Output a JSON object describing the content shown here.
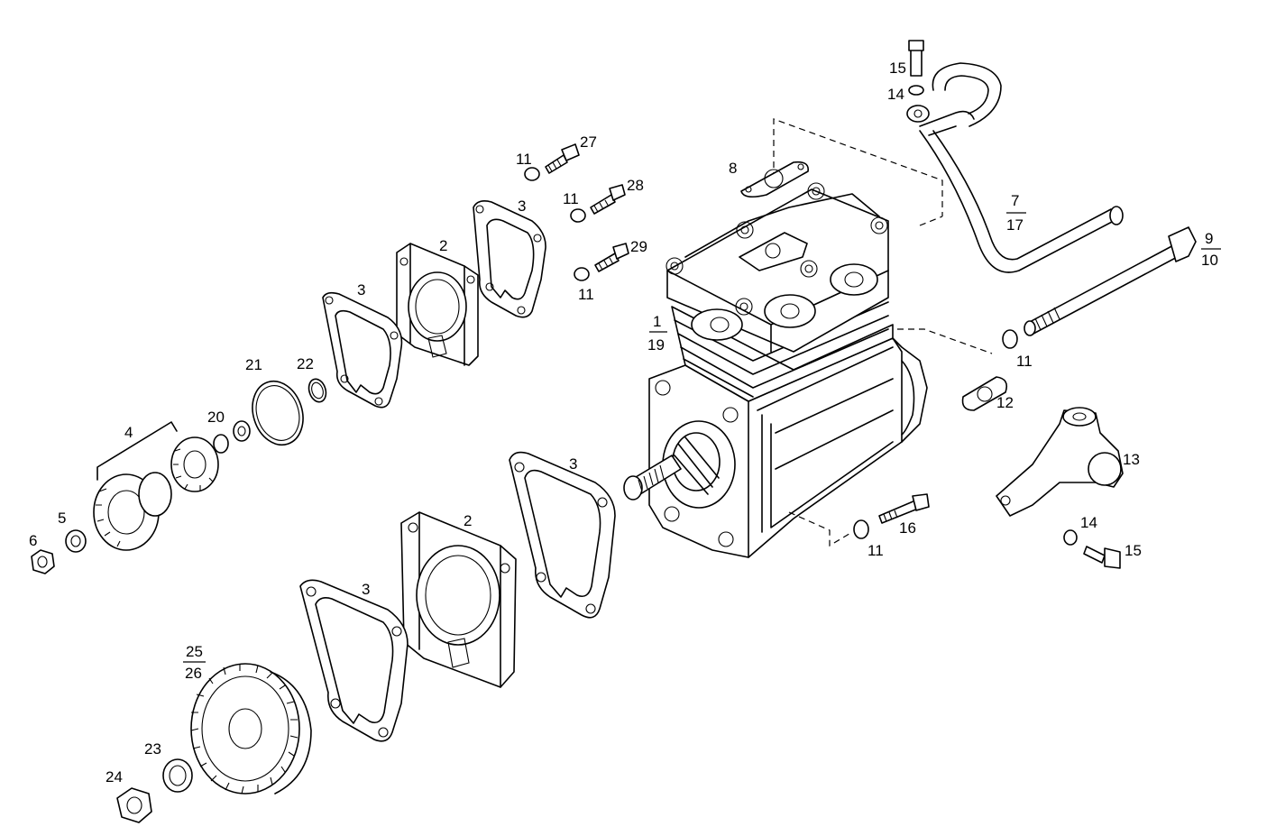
{
  "labels": {
    "l_1_19": {
      "num": "1",
      "den": "19"
    },
    "l_2_top": "2",
    "l_2_bot": "2",
    "l_3_a": "3",
    "l_3_b": "3",
    "l_3_c": "3",
    "l_3_d": "3",
    "l_4": "4",
    "l_5": "5",
    "l_6": "6",
    "l_7_17": {
      "num": "7",
      "den": "17"
    },
    "l_8": "8",
    "l_9_10": {
      "num": "9",
      "den": "10"
    },
    "l_11_a": "11",
    "l_11_b": "11",
    "l_11_c": "11",
    "l_11_d": "11",
    "l_11_e": "11",
    "l_12": "12",
    "l_13": "13",
    "l_14_top": "14",
    "l_14_bot": "14",
    "l_15_top": "15",
    "l_15_bot": "15",
    "l_16": "16",
    "l_20": "20",
    "l_21": "21",
    "l_22": "22",
    "l_23": "23",
    "l_24": "24",
    "l_25_26": {
      "num": "25",
      "den": "26"
    },
    "l_27": "27",
    "l_28": "28",
    "l_29": "29"
  }
}
